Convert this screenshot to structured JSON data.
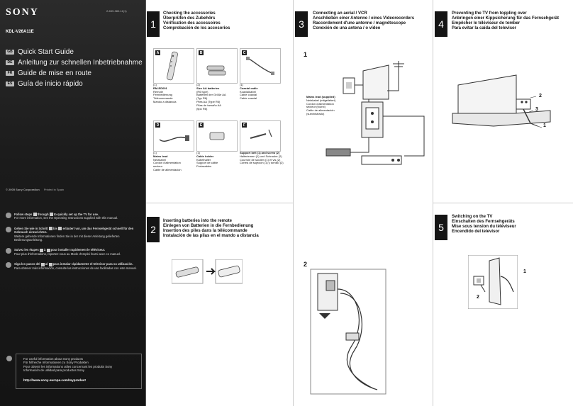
{
  "brand": "SONY",
  "part_number": "2-659-380-11(1)",
  "model": "KDL-V26A11E",
  "languages": [
    {
      "code": "GB",
      "title": "Quick Start Guide"
    },
    {
      "code": "DE",
      "title": "Anleitung zur schnellen Inbetriebnahme"
    },
    {
      "code": "FR",
      "title": "Guide de mise en route"
    },
    {
      "code": "ES",
      "title": "Guía de inicio rápido"
    }
  ],
  "copyright": "© 2005 Sony Corporation",
  "printed": "Printed in Spain",
  "steps_intro": [
    {
      "a": "Follow steps",
      "b": "through",
      "c": "to quickly set up the TV for use.",
      "d": "For more information, see the Operating Instructions supplied with this manual."
    },
    {
      "a": "Gehen Sie wie in Schritt",
      "b": "bis",
      "c": "erläutert vor, um das Fernsehgerät schnell für den Gebrauch einzurichten.",
      "d": "Weitere gehende Informationen finden Sie in der mit dieser Anleitung gelieferten Bedienungsanleitung."
    },
    {
      "a": "Suivez les étapes",
      "b": "à",
      "c": "pour installer rapidement le téléviseur.",
      "d": "Pour plus d'informations, reportez-vous au Mode d'emploi fourni avec ce manuel."
    },
    {
      "a": "Siga los pasos del",
      "b": "al",
      "c": "para instalar rápidamente el televisor para su utilización.",
      "d": "Para obtener más información, consulte las instrucciones de uso facilitadas con este manual."
    }
  ],
  "info": {
    "lines": [
      "For useful information about Sony products",
      "Für hilfreiche Informationen zu Sony Produkten",
      "Pour obtenir les informations utiles concernant les produits Sony",
      "Información de utilidad para productos Sony"
    ],
    "url": "http://www.sony-europe.com/myproduct"
  },
  "section1": {
    "number": "1",
    "headings": [
      "Checking the accessories",
      "Überprüfen des Zubehörs",
      "Vérification des accessoires",
      "Comprobación de los accesorios"
    ],
    "items": [
      {
        "letter": "A",
        "caption": [
          "(1)",
          "RM-ED001",
          "Remote",
          "Fernbedienung",
          "Télécommande",
          "Mando a distancia"
        ]
      },
      {
        "letter": "B",
        "caption": [
          "(2)",
          "Size AA batteries",
          "(R6 type)",
          "Batterien der Größe AA",
          "(Typ R6)",
          "Piles AA (Type R6)",
          "Pilas de tamaño AA",
          "(tipo R6)"
        ]
      },
      {
        "letter": "C",
        "caption": [
          "(1)",
          "Coaxial cable",
          "Koaxialkabel",
          "Câble coaxial",
          "Cable coaxial"
        ]
      },
      {
        "letter": "D",
        "caption": [
          "(1)",
          "Mains lead",
          "Netzkabel",
          "Cordon d'alimentation",
          "secteur",
          "Cable de alimentación"
        ]
      },
      {
        "letter": "E",
        "caption": [
          "(1)",
          "Cable holder",
          "Kabelhalter",
          "Support de câble",
          "Portacables"
        ]
      },
      {
        "letter": "F",
        "caption": [
          "Support belt (1) and screw (2)",
          "Halteriemen (1) und Schraube (2)",
          "Courroie de soutien (1) et vis (2)",
          "Correa de sujeción (1) y tornillo (2)"
        ]
      }
    ]
  },
  "section2": {
    "number": "2",
    "headings": [
      "Inserting batteries into the remote",
      "Einlegen von Batterien in die Fernbedienung",
      "Insertion des piles dans la télécommande",
      "Instalación de las pilas en el mando a distancia"
    ]
  },
  "section3": {
    "number": "3",
    "headings": [
      "Connecting an aerial / VCR",
      "Anschließen einer Antenne / eines Videorecorders",
      "Raccordement d'une antenne / magnétoscope",
      "Conexión de una antena / o vídeo"
    ],
    "fig1": "1",
    "fig2": "2",
    "mains_caption": [
      "Mains lead (supplied)",
      "Netzkabel (mitgeliefert)",
      "Cordon d'alimentation",
      "secteur (fourni)",
      "Cable de alimentación",
      "(suministrado)"
    ]
  },
  "section4": {
    "number": "4",
    "headings": [
      "Preventing the TV from toppling over",
      "Anbringen einer Kippsicherung für das Fernsehgerät",
      "Empêcher le téléviseur de tomber",
      "Para evitar la caída del televisor"
    ],
    "labels": [
      "1",
      "2",
      "3"
    ]
  },
  "section5": {
    "number": "5",
    "headings": [
      "Switching on the TV",
      "Einschalten des Fernsehgeräts",
      "Mise sous tension du téléviseur",
      "Encendido del televisor"
    ],
    "labels": [
      "1",
      "2"
    ]
  },
  "colors": {
    "panel": "#1b1b1b",
    "tab": "#151515",
    "accent": "#999999"
  }
}
